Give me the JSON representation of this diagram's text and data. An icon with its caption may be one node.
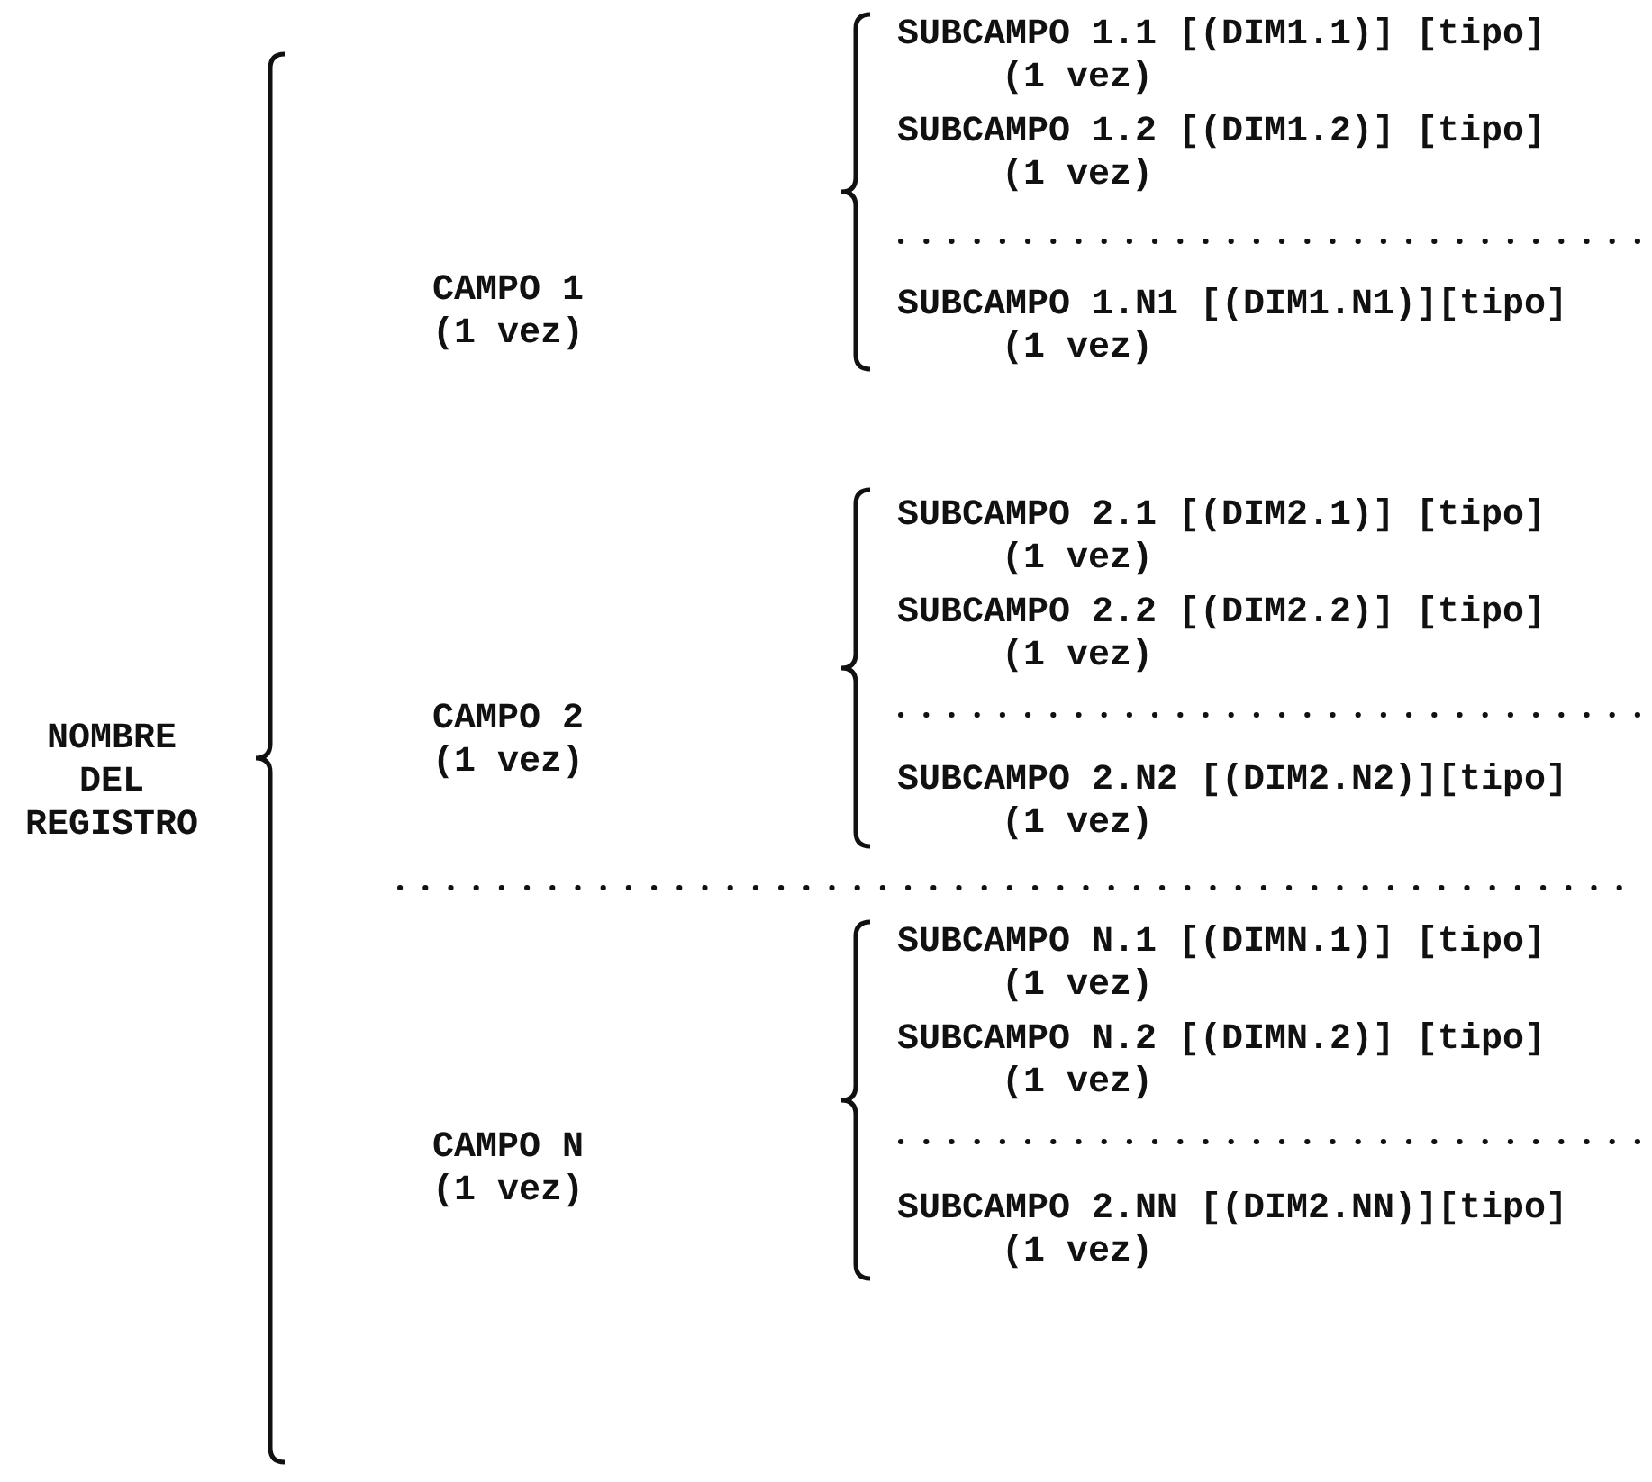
{
  "diagram": {
    "labels": [
      "NOMBRE DEL REGISTRO",
      "CAMPO 1",
      "(1 vez)",
      "SUBCAMPO 1.1 [(DIM1.1)] [tipo]",
      "(1 vez)",
      "SUBCAMPO 1.2 [(DIM1.2)] [tipo]",
      "(1 vez)",
      "SUBCAMPO 1.N1 [(DIM1.N1)][tipo]",
      "(1 vez)",
      "CAMPO 2",
      "(1 vez)",
      "SUBCAMPO 2.1 [(DIM2.1)] [tipo]",
      "(1 vez)",
      "SUBCAMPO 2.2 [(DIM2.2)] [tipo]",
      "(1 vez)",
      "SUBCAMPO 2.N2 [(DIM2.N2)][tipo]",
      "(1 vez)",
      "CAMPO N",
      "(1 vez)",
      "SUBCAMPO N.1 [(DIMN.1)] [tipo]",
      "(1 vez)",
      "SUBCAMPO N.2 [(DIMN.2)] [tipo]",
      "(1 vez)",
      "SUBCAMPO 2.NN [(DIM2.NN)][tipo]",
      "(1 vez)"
    ]
  }
}
